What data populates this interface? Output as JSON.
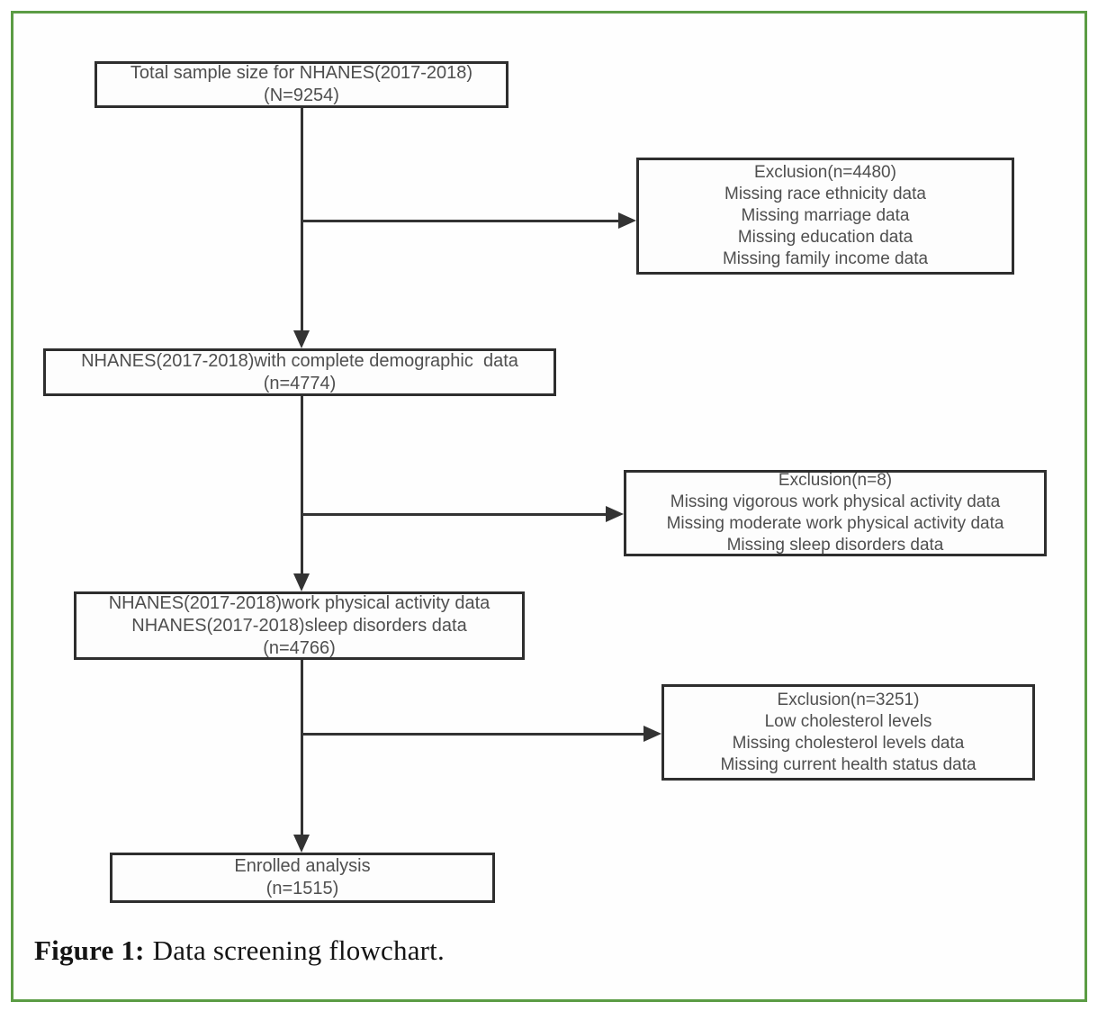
{
  "figure": {
    "caption_label": "Figure 1:",
    "caption_text": "Data screening flowchart."
  },
  "colors": {
    "frame_border": "#5b9c44",
    "connector_lines": "#333333",
    "box_border": "#2e2e2e",
    "box_text": "#4f4f4f"
  },
  "flowchart": {
    "main_boxes": [
      {
        "id": "total-sample",
        "lines": [
          "Total sample size for NHANES(2017-2018)",
          "(N=9254)"
        ]
      },
      {
        "id": "complete-demographic",
        "lines": [
          "NHANES(2017-2018)with complete demographic  data",
          "(n=4774)"
        ]
      },
      {
        "id": "work-sleep-data",
        "lines": [
          "NHANES(2017-2018)work physical activity data",
          "NHANES(2017-2018)sleep disorders data",
          "(n=4766)"
        ]
      },
      {
        "id": "enrolled",
        "lines": [
          "Enrolled analysis",
          "(n=1515)"
        ]
      }
    ],
    "exclusion_boxes": [
      {
        "id": "exclusion-demographic",
        "lines": [
          "Exclusion(n=4480)",
          "Missing race ethnicity data",
          "Missing marriage data",
          "Missing education data",
          "Missing family income data"
        ]
      },
      {
        "id": "exclusion-activity-sleep",
        "lines": [
          "Exclusion(n=8)",
          "Missing vigorous work physical activity data",
          "Missing moderate work physical activity data",
          "Missing sleep disorders data"
        ]
      },
      {
        "id": "exclusion-cholesterol",
        "lines": [
          "Exclusion(n=3251)",
          "Low cholesterol levels",
          "Missing cholesterol levels data",
          "Missing current health status data"
        ]
      }
    ]
  }
}
